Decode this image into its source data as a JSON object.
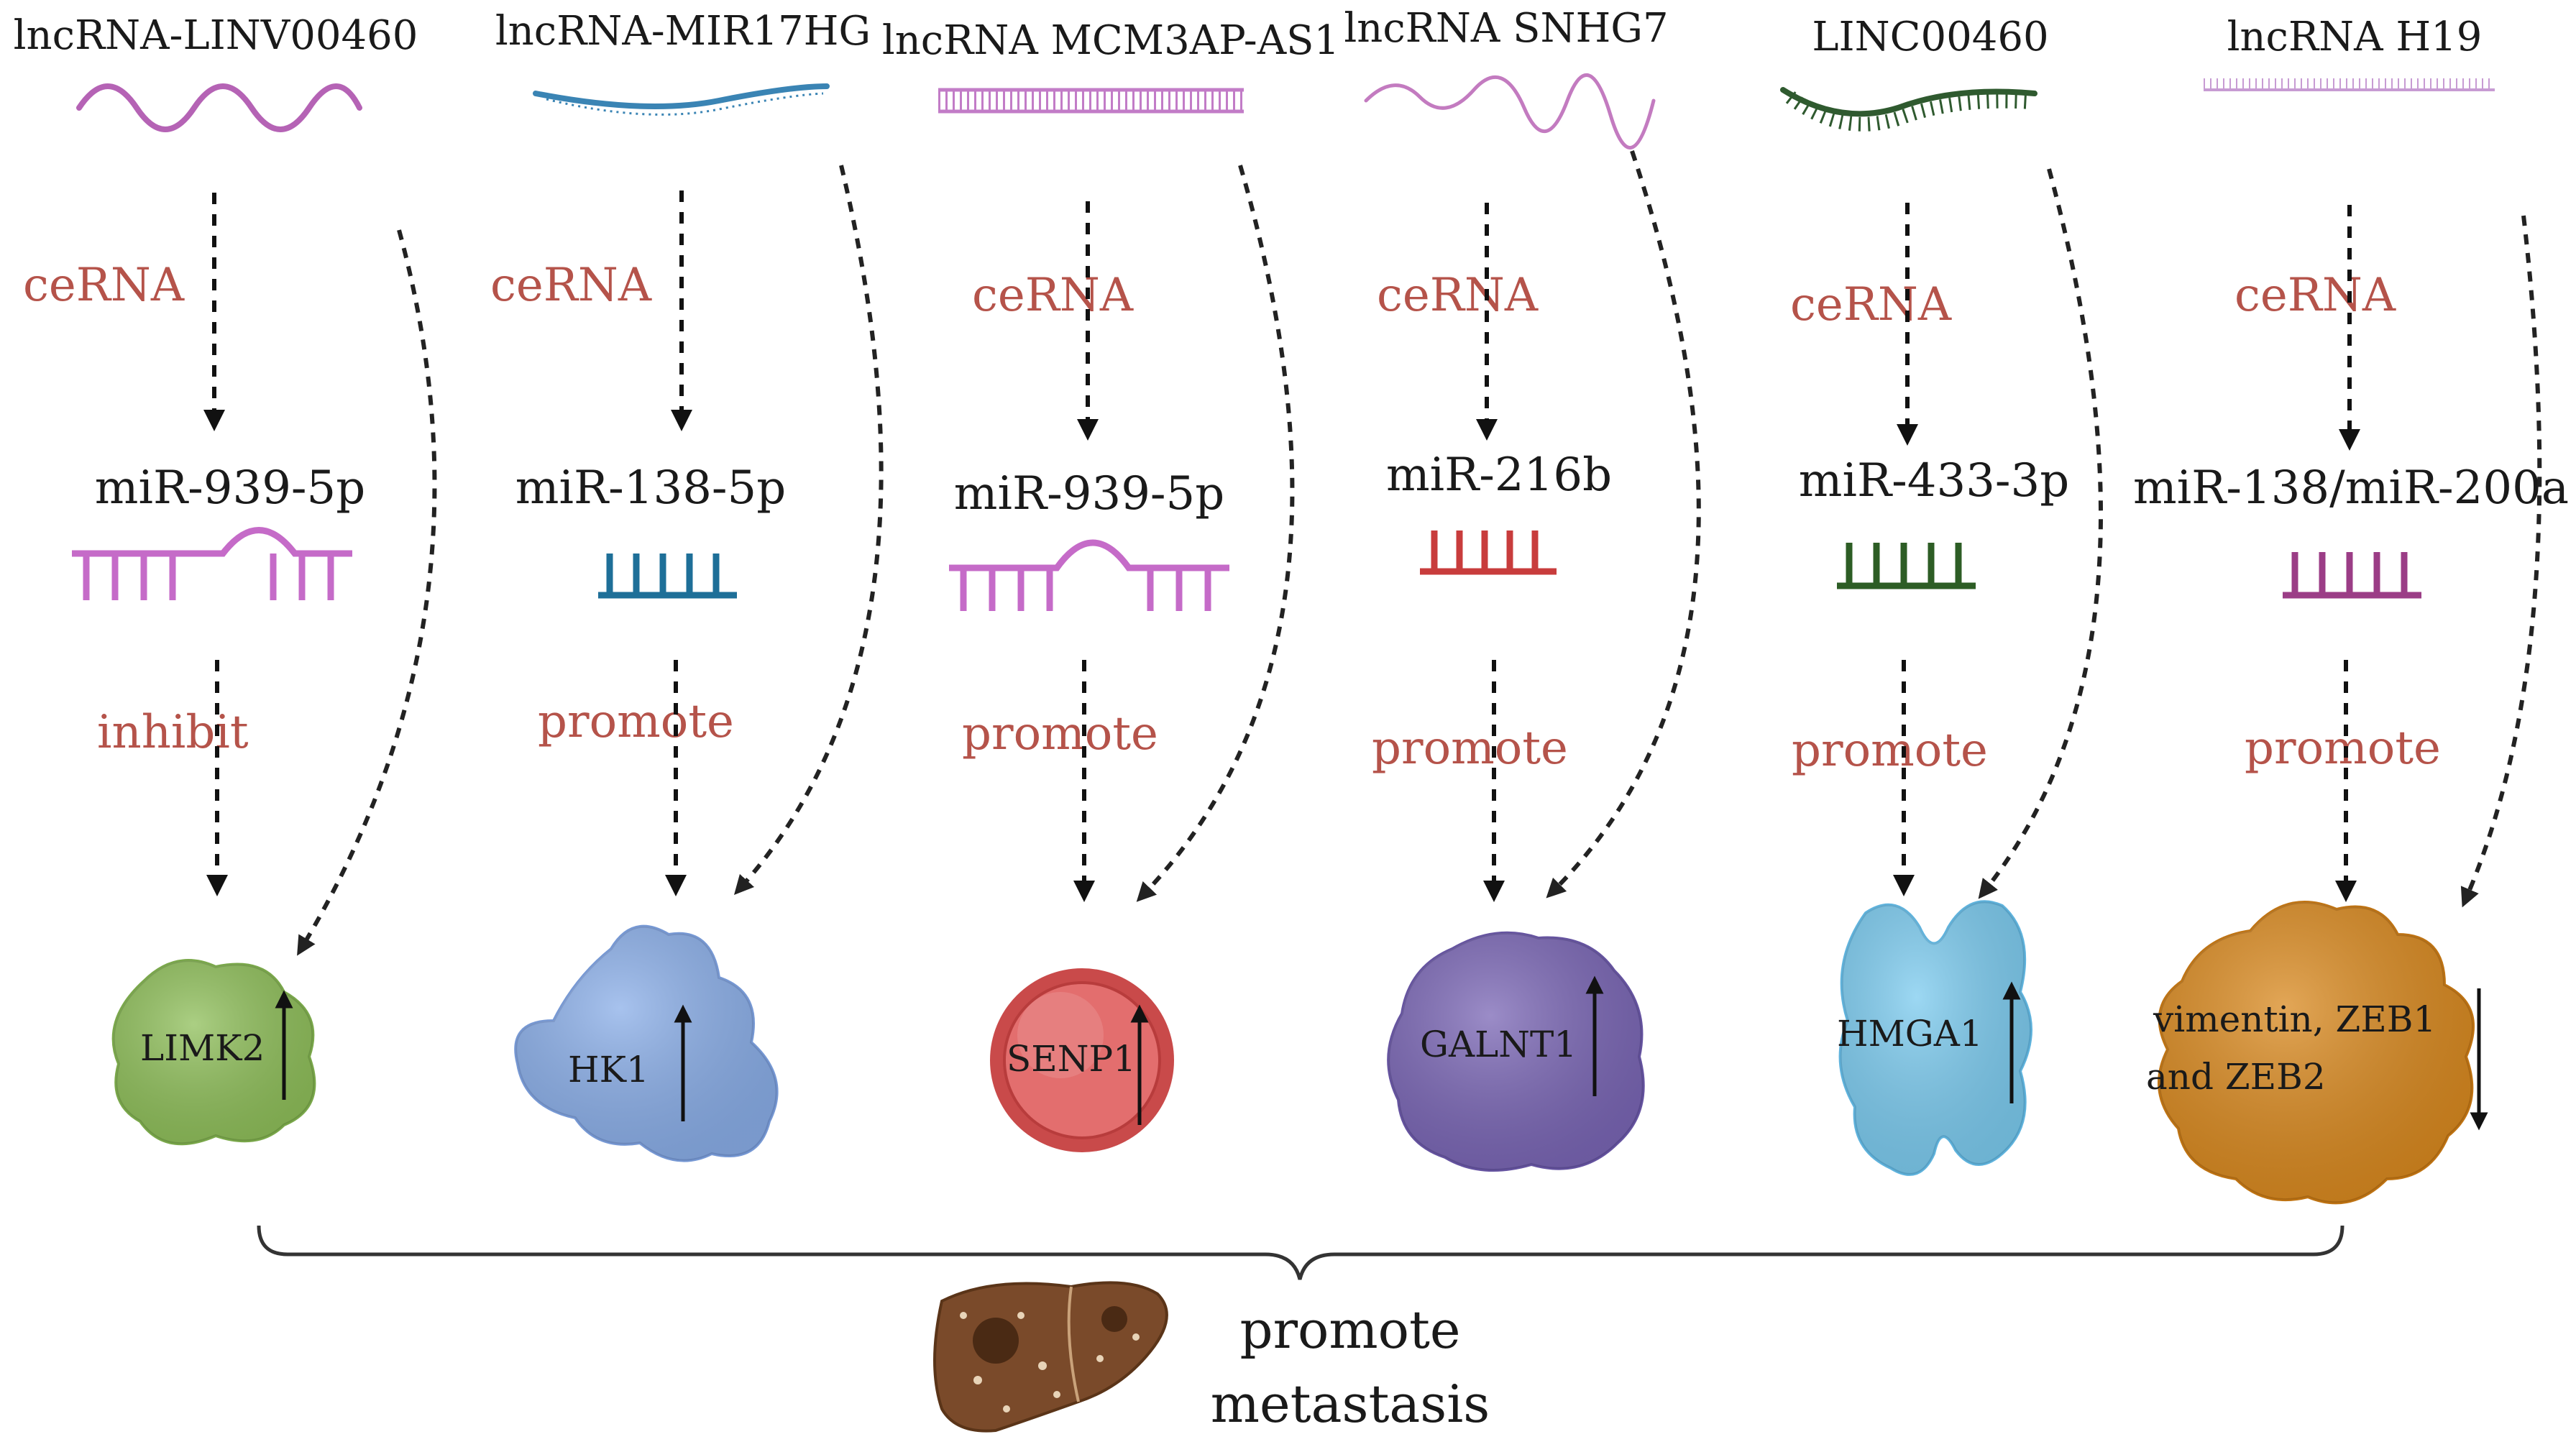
{
  "colors": {
    "relation_text": "#b5534a",
    "text": "#1a1a1a",
    "arrow": "#111111"
  },
  "columns": [
    {
      "lncrna": "lncRNA-LINV00460",
      "relation1": "ceRNA",
      "mirna": "miR-939-5p",
      "relation2": "inhibit",
      "target": "LIMK2",
      "target_change": "up",
      "lnc_color": "#b563b5",
      "mir_color": "#c56bc8",
      "target_color": "#8fbf5a",
      "target_icon": "protein-blob-icon"
    },
    {
      "lncrna": "lncRNA-MIR17HG",
      "relation1": "ceRNA",
      "mirna": "miR-138-5p",
      "relation2": "promote",
      "target": "HK1",
      "target_change": "up",
      "lnc_color": "#3a84b4",
      "mir_color": "#1e6f98",
      "target_color": "#8aaee8",
      "target_icon": "protein-blob-icon"
    },
    {
      "lncrna": "lncRNA MCM3AP-AS1",
      "relation1": "ceRNA",
      "mirna": "miR-939-5p",
      "relation2": "promote",
      "target": "SENP1",
      "target_change": "up",
      "lnc_color": "#c27cc7",
      "mir_color": "#c56bc8",
      "target_color": "#e36e6e",
      "target_icon": "protein-sphere-icon"
    },
    {
      "lncrna": "lncRNA SNHG7",
      "relation1": "ceRNA",
      "mirna": "miR-216b",
      "relation2": "promote",
      "target": "GALNT1",
      "target_change": "up",
      "lnc_color": "#c37bc0",
      "mir_color": "#c83c3c",
      "target_color": "#7a66b5",
      "target_icon": "protein-blob-icon"
    },
    {
      "lncrna": "LINC00460",
      "relation1": "ceRNA",
      "mirna": "miR-433-3p",
      "relation2": "promote",
      "target": "HMGA1",
      "target_change": "up",
      "lnc_color": "#2f5a2f",
      "mir_color": "#2d5d25",
      "target_color": "#7ccbef",
      "target_icon": "protein-dimer-icon"
    },
    {
      "lncrna": "lncRNA H19",
      "relation1": "ceRNA",
      "mirna": "miR-138/miR-200a",
      "relation2": "promote",
      "target_line1": "vimentin, ZEB1",
      "target_line2": "and ZEB2",
      "target_change": "down",
      "lnc_color": "#c79bd3",
      "mir_color": "#9b3d86",
      "target_color": "#d9891f",
      "target_icon": "protein-blob-icon"
    }
  ],
  "outcome": {
    "line1": "promote",
    "line2": "metastasis",
    "icon": "liver-icon"
  }
}
